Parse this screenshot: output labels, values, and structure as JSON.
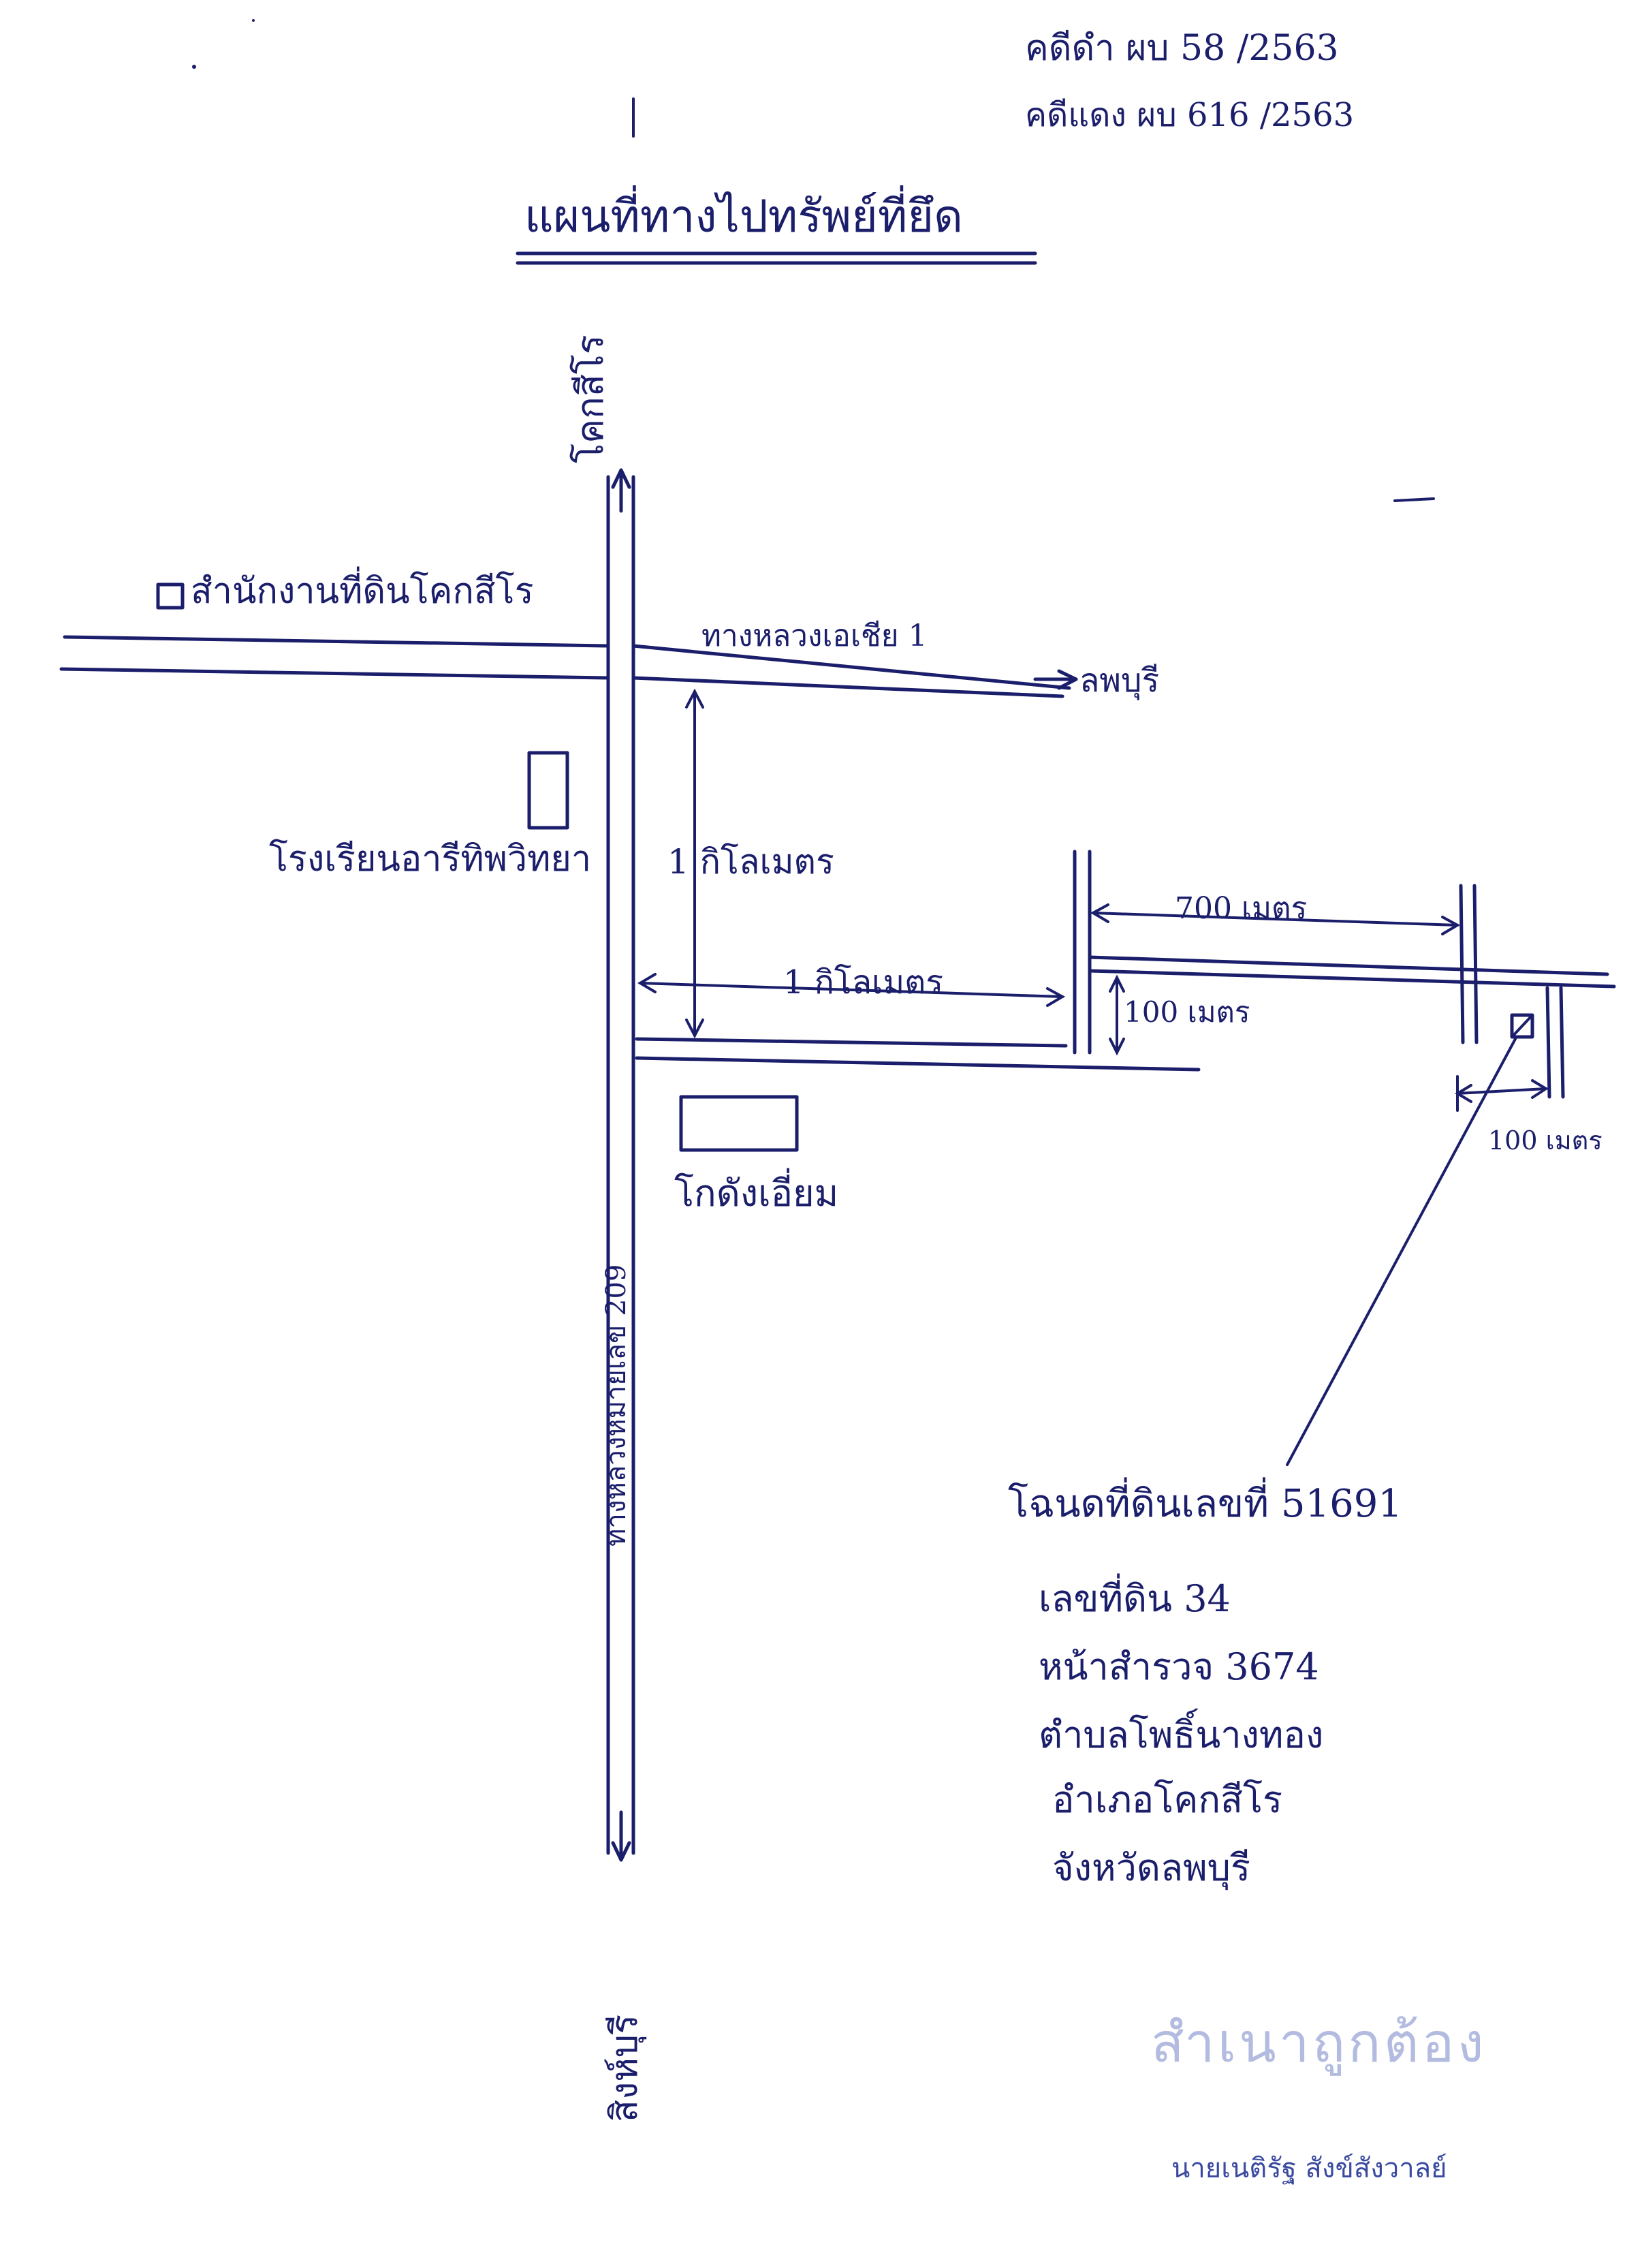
{
  "case_numbers": {
    "black": "คดีดำ ผบ 58 /2563",
    "red": "คดีแดง ผบ 616 /2563"
  },
  "map_title": "แผนที่ทางไปทรัพย์ที่ยึด",
  "labels": {
    "north_destination": "โคกสีโร",
    "district_office": "สำนักงานที่ดินโคกสีโร",
    "highway_east": "ทางหลวงเอเชีย 1",
    "east_destination": "ลพบุรี",
    "school": "โรงเรียนอารีทิพวิทยา",
    "dist_one_km_vertical": "1 กิโลเมตร",
    "dist_one_km_horizontal": "1 กิโลเมตร",
    "dist_700m": "700 เมตร",
    "dist_100m_vertical": "100 เมตร",
    "dist_100m_lower": "100 เมตร",
    "warehouse": "โกดังเอี่ยม",
    "south_road": "ทางหลวงหมายเลข 209",
    "south_destination": "สิงห์บุรี"
  },
  "property": {
    "line1": "โฉนดที่ดินเลขที่ 51691",
    "line2": "เลขที่ดิน 34",
    "line3": "หน้าสำรวจ 3674",
    "line4": "ตำบลโพธิ์นางทอง",
    "line5": "อำเภอโคกสีโร",
    "line6": "จังหวัดลพบุรี"
  },
  "stamp_text": "สำเนาถูกต้อง",
  "signature_name": "นายเนติรัฐ สังข์สังวาลย์",
  "colors": {
    "ink": "#1b1e6b",
    "stamp": "#9aa6d6",
    "signature": "#3a4aa0"
  }
}
